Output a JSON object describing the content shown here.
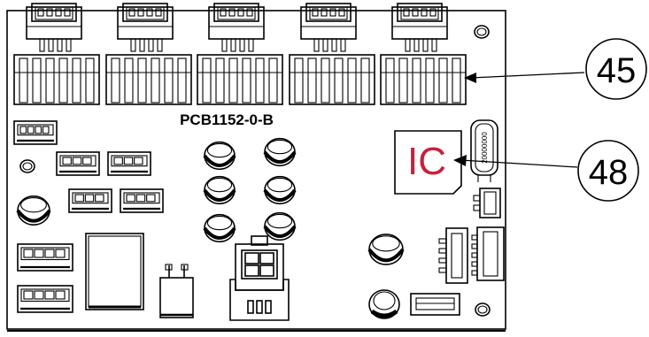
{
  "board": {
    "part_number": "PCB1152-0-B",
    "ic_label": "IC",
    "crystal_marking": "20000000",
    "ic_color": "#c8203a"
  },
  "callouts": [
    {
      "number": "45"
    },
    {
      "number": "48"
    }
  ]
}
